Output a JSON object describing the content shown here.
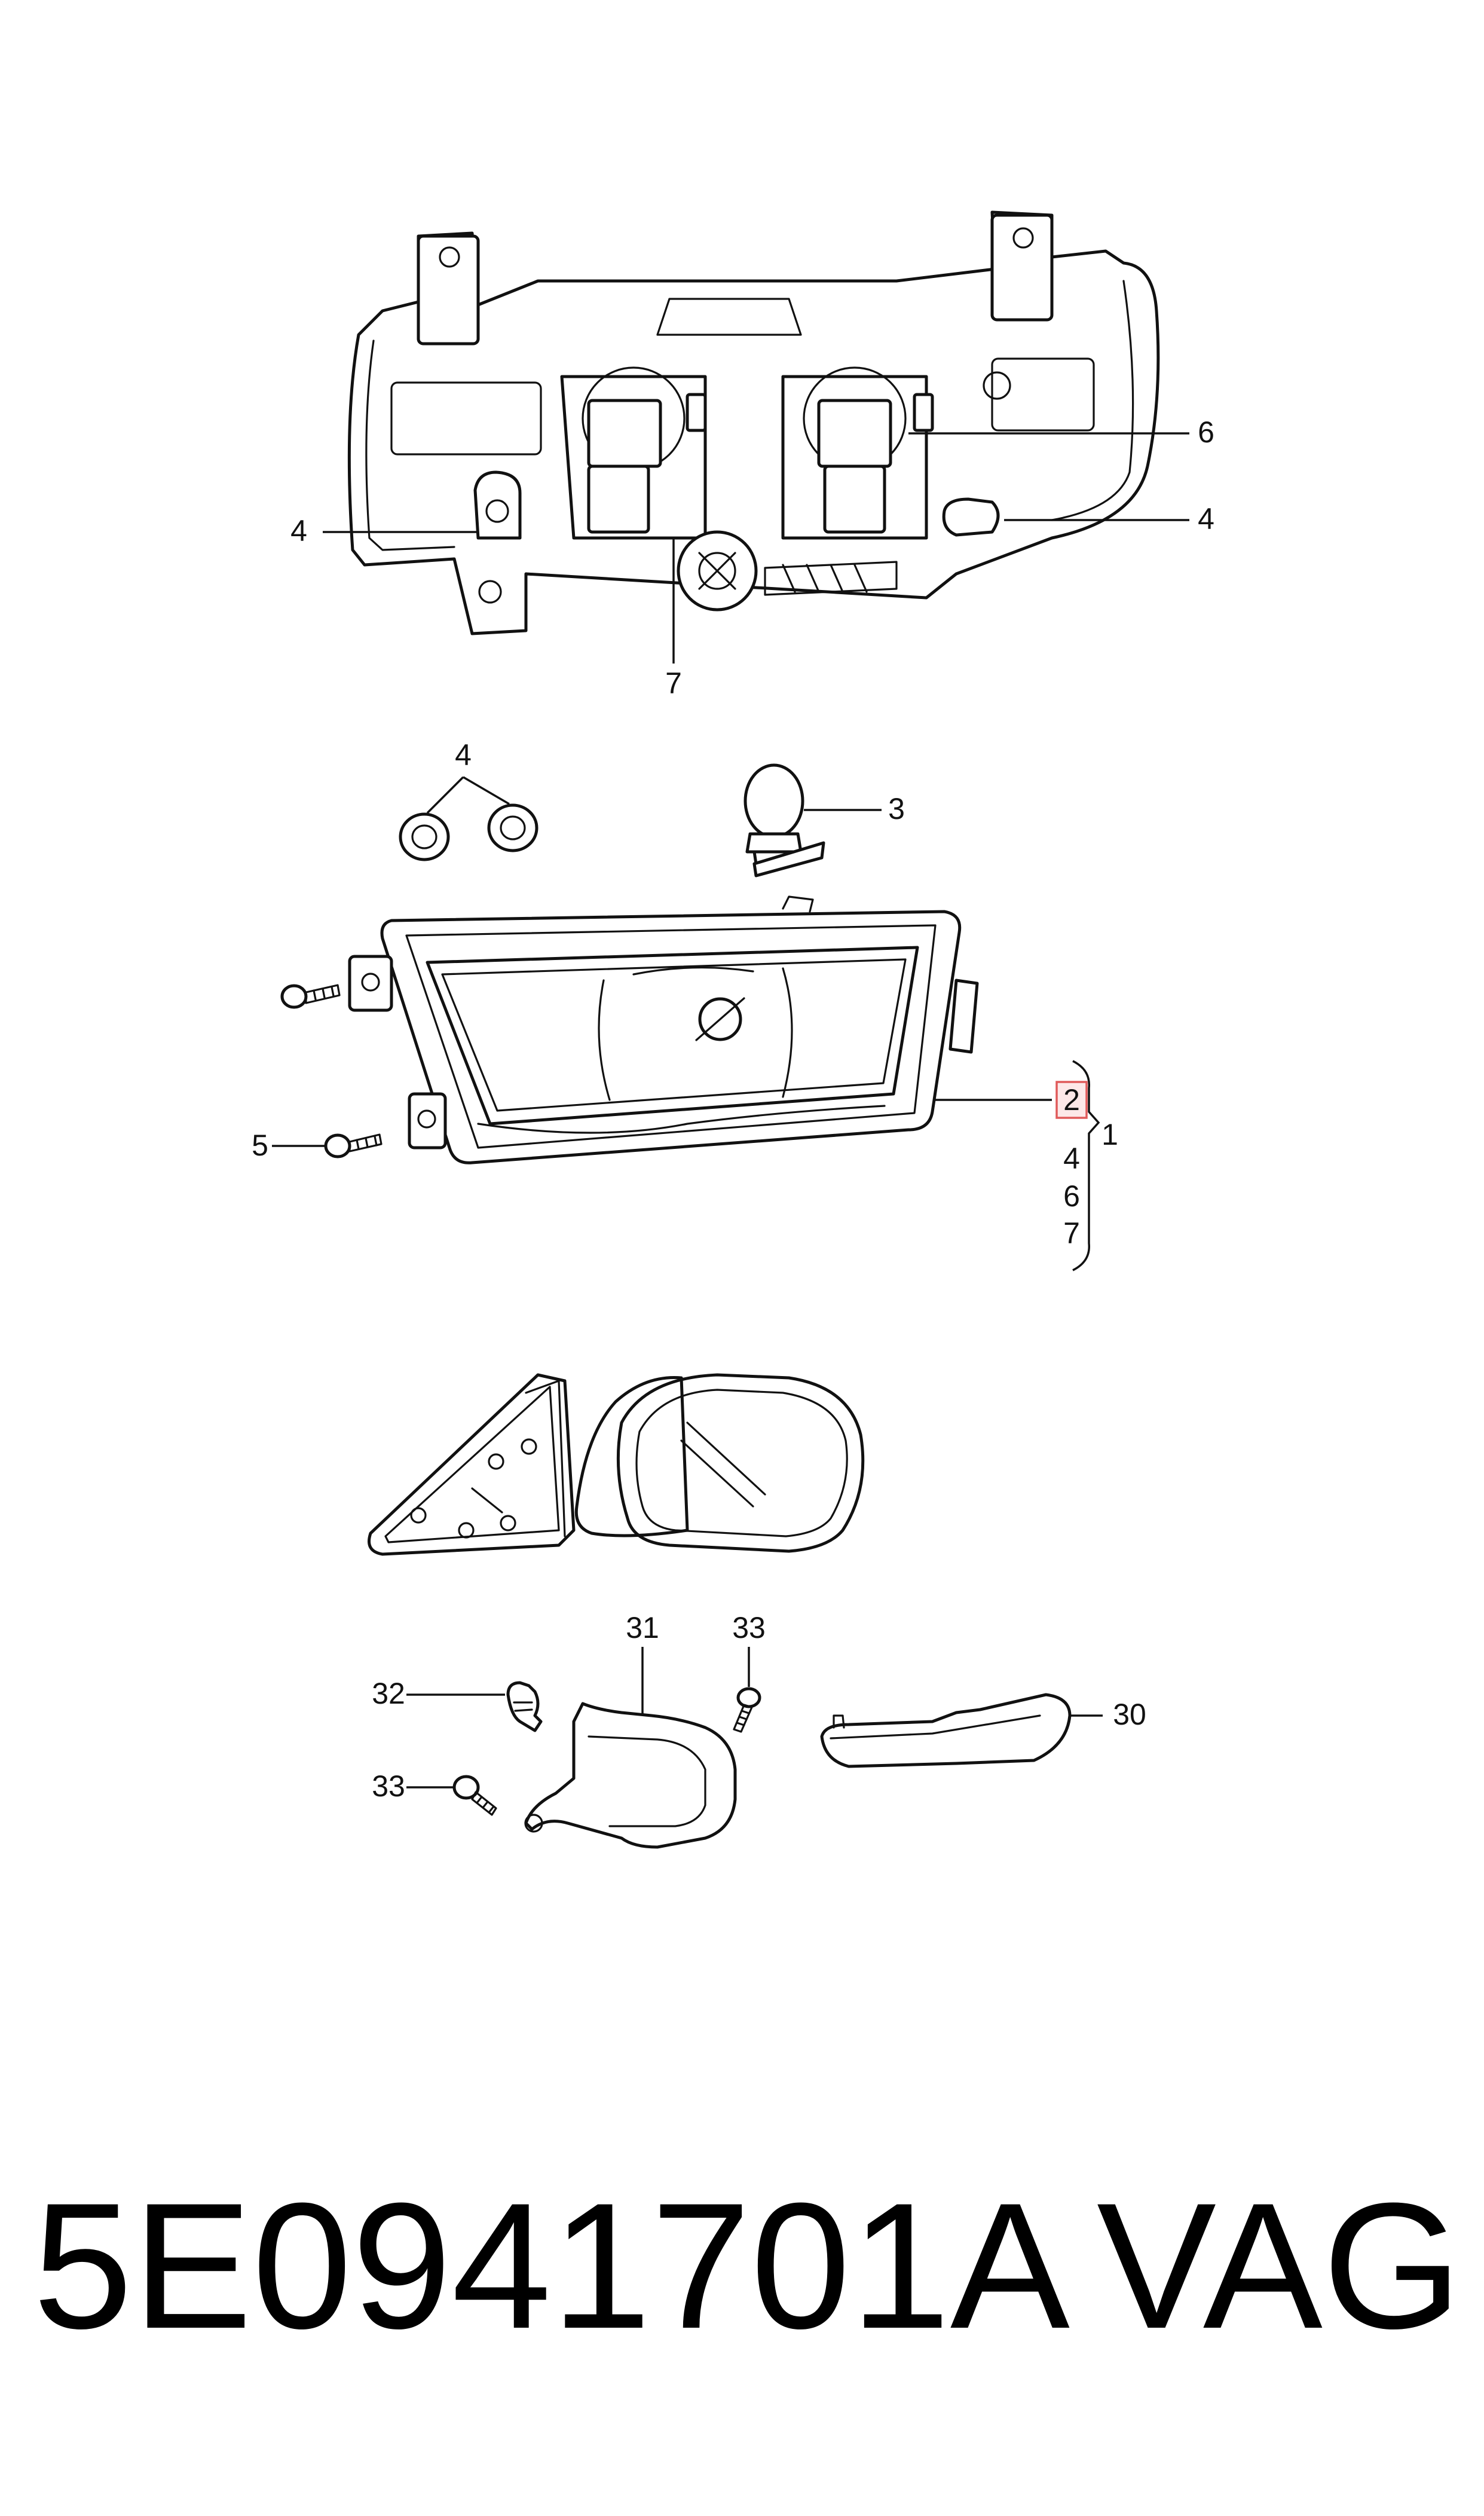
{
  "callouts": {
    "c1": "1",
    "c2": "2",
    "c3": "3",
    "c4a": "4",
    "c4b": "4",
    "c4c": "4",
    "c4d": "4",
    "c5": "5",
    "c6a": "6",
    "c6b": "6",
    "c7a": "7",
    "c7b": "7",
    "c30": "30",
    "c31": "31",
    "c32": "32",
    "c33a": "33",
    "c33b": "33"
  },
  "footer": {
    "part_number": "5E0941701A",
    "manufacturer": "VAG"
  },
  "colors": {
    "highlight_fill": "#fde8e8",
    "highlight_stroke": "#e05a5a"
  }
}
